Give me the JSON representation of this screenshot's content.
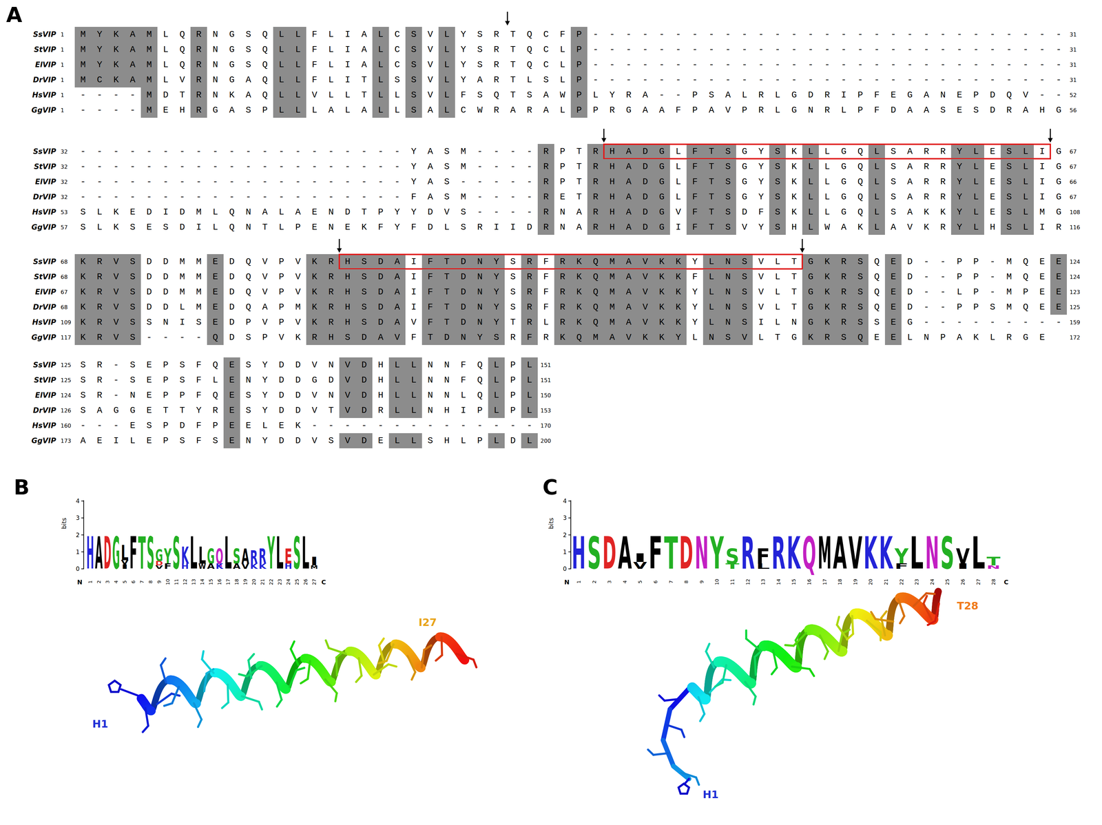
{
  "diagram": {
    "labels": [
      "A",
      "SsVIP",
      "1",
      "M Y K A M L Q R N G S Q L L F L I A L C S V L Y S R T Q C F P - - - - - - - - - - - - - - - - - - - - - - - - - - - - -",
      "31",
      "StVIP",
      "1",
      "M Y K A M L Q R N G S Q L L F L I A L C S V L Y S R T Q C L P - - - - - - - - - - - - - - - - - - - - - - - - - - - - -",
      "31",
      "ElVIP",
      "1",
      "M Y K A M L Q R N G S Q L L F L I A L C S V L Y S R T Q C L P - - - - - - - - - - - - - - - - - - - - - - - - - - - - -",
      "31",
      "DrVIP",
      "1",
      "M C K A M L V R N G A Q L L F L I T L S S V L Y A R T L S L P - - - - - - - - - - - - - - - - - - - - - - - - - - - - -",
      "31",
      "HsVIP",
      "1",
      "- - - - M D T R N K A Q L L V L L T L L S V L F S Q T S A W P L Y R A - - P S A L R L G D R I P F E G A N E P D Q V - -",
      "52",
      "GgVIP",
      "1",
      "- - - - M E H R G A S P L L L A L A L L S A L C W R A R A L P P R G A A F P A V P R L G N R L P F D A A S E S D R A H G",
      "56",
      "SsVIP",
      "32",
      "- - - - - - - - - - - - - - - - - - - - Y A S M - - - - R P T R H A D G L F T S G Y S K L L G Q L S A R R Y L E S L I G",
      "67",
      "StVIP",
      "32",
      "- - - - - - - - - - - - - - - - - - - - Y A S M - - - - R P T R H A D G L F T S G Y S K L L G Q L S A R R Y L E S L I G",
      "67",
      "ElVIP",
      "32",
      "- - - - - - - - - - - - - - - - - - - - Y A S - - - - - R P T R H A D G L F T S G Y S K L L G Q L S A R R Y L E S L I G",
      "66",
      "DrVIP",
      "32",
      "- - - - - - - - - - - - - - - - - - - - F A S M - - - - R E T R H A D G L F T S G Y S K L L G Q L S A R R Y L E S L I G",
      "67",
      "HsVIP",
      "53",
      "S L K E D I D M L Q N A L A E N D T P Y Y D V S - - - - R N A R H A D G V F T S D F S K L L G Q L S A K K Y L E S L M G",
      "108",
      "GgVIP",
      "57",
      "S L K S E S D I L Q N T L P E N E K F Y F D L S R I I D R N A R H A D G I F T S V Y S H L W A K L A V K R Y L H S L I R",
      "116",
      "SsVIP",
      "68",
      "K R V S D D M M E D Q V P V K R H S D A I F T D N Y S R F R K Q M A V K K Y L N S V L T G K R S Q E D - - P P - M Q E E",
      "124",
      "StVIP",
      "68",
      "K R V S D D M M E D Q V P V K R H S D A I F T D N Y S R F R K Q M A V K K F L N S V L T G K R S Q E D - - P P - M Q E E",
      "124",
      "ElVIP",
      "67",
      "K R V S D D M M E D Q V P V K R H S D A I F T D N Y S R F R K Q M A V K K Y L N S V L T G K R S Q E D - - L P - M P E E",
      "123",
      "DrVIP",
      "68",
      "K R V S D D L M E D Q A P M K R H S D A I F T D N Y S R F R K Q M A V K K Y L N S V L T G K R S Q E D - - P P S M Q E E",
      "125",
      "HsVIP",
      "109",
      "K R V S S N I S E D P V P V K R H S D A V F T D N Y T R L R K Q M A V K K Y L N S I L N G K R S S E G - - - - - - - - -",
      "159",
      "GgVIP",
      "117",
      "K R V S - - - - Q D S P V K R H S D A V F T D N Y S R F R K Q M A V K K Y L N S V L T G K R S Q E E L N P A K L R G E",
      "172",
      "SsVIP",
      "125",
      "S R - S E P S F Q E S Y D D V N V D H L L N N F Q L P L",
      "151",
      "StVIP",
      "125",
      "S R - S E P S F L E N Y D D G D V D H L L N N F Q L P L",
      "151",
      "ElVIP",
      "124",
      "S R - N E P P F Q E S Y D D V N V D H L L N N L Q L P L",
      "150",
      "DrVIP",
      "126",
      "S A G G E T T Y R E S Y D D V T V D R L L N H I P L P L",
      "153",
      "HsVIP",
      "160",
      "- - - E S P D F P E E L E K - - - - - - - - - - - - - -",
      "170",
      "GgVIP",
      "173",
      "A E I L E P S F S E N Y D D V S V D E L L S H L P L D L",
      "200",
      "B",
      "C",
      "bits",
      "4",
      "3",
      "2",
      "1",
      "0",
      "N",
      "C",
      "H",
      "A",
      "D",
      "G",
      "L",
      "V",
      "I",
      "F",
      "T",
      "S",
      "G",
      "D",
      "V",
      "Y",
      "F",
      "S",
      "K",
      "H",
      "L",
      "L",
      "W",
      "G",
      "A",
      "Q",
      "K",
      "L",
      "S",
      "A",
      "A",
      "V",
      "R",
      "K",
      "R",
      "K",
      "Y",
      "L",
      "E",
      "H",
      "S",
      "L",
      "I",
      "M",
      "1",
      "2",
      "3",
      "4",
      "5",
      "6",
      "7",
      "8",
      "9",
      "10",
      "11",
      "12",
      "13",
      "14",
      "15",
      "16",
      "17",
      "18",
      "19",
      "20",
      "21",
      "22",
      "23",
      "24",
      "25",
      "26",
      "27",
      "H1",
      "I27",
      "bits",
      "4",
      "3",
      "2",
      "1",
      "0",
      "N",
      "C",
      "H",
      "S",
      "D",
      "A",
      "I",
      "V",
      "F",
      "T",
      "D",
      "N",
      "Y",
      "S",
      "T",
      "R",
      "F",
      "L",
      "R",
      "K",
      "Q",
      "M",
      "A",
      "V",
      "K",
      "K",
      "Y",
      "F",
      "L",
      "N",
      "S",
      "V",
      "I",
      "L",
      "T",
      "N",
      "1",
      "2",
      "3",
      "4",
      "5",
      "6",
      "7",
      "8",
      "9",
      "10",
      "11",
      "12",
      "13",
      "14",
      "15",
      "16",
      "17",
      "18",
      "19",
      "20",
      "21",
      "22",
      "23",
      "24",
      "25",
      "26",
      "27",
      "28",
      "H1",
      "T28"
    ]
  }
}
